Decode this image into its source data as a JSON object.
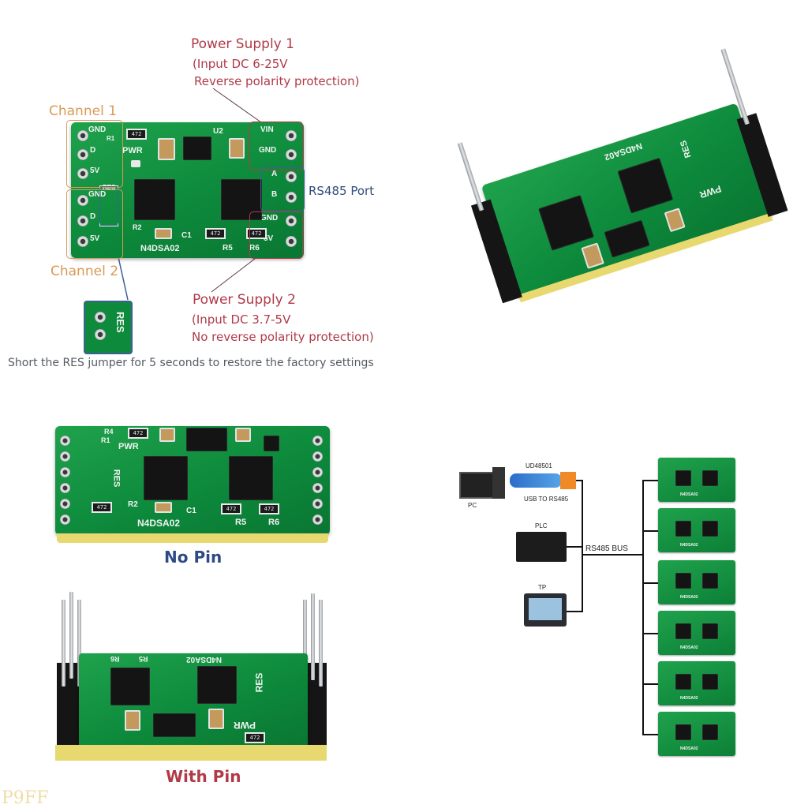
{
  "annotations": {
    "power_supply_1": {
      "title": "Power Supply 1",
      "line1": "(Input DC 6-25V",
      "line2": "Reverse polarity protection)"
    },
    "power_supply_2": {
      "title": "Power Supply 2",
      "line1": "(Input DC 3.7-5V",
      "line2": "No reverse polarity protection)"
    },
    "channel_1": "Channel 1",
    "channel_2": "Channel 2",
    "rs485_port": "RS485 Port",
    "res_jumper": "RES",
    "reset_note": "Short the RES jumper for 5 seconds to restore the factory settings"
  },
  "board_silkscreen": {
    "model": "N4DSA02",
    "pwr": "PWR",
    "res": "RES",
    "u2": "U2",
    "r1": "R1",
    "r2": "R2",
    "r4": "R4",
    "r5": "R5",
    "r6": "R6",
    "c1": "C1",
    "resistor_code": "472",
    "pin_left_top": [
      "GND",
      "D",
      "5V"
    ],
    "pin_left_bottom": [
      "GND",
      "D",
      "5V"
    ],
    "pin_right_top": [
      "VIN",
      "GND"
    ],
    "pin_right_mid": [
      "A",
      "B"
    ],
    "pin_right_bottom": [
      "GND",
      "5V"
    ]
  },
  "captions": {
    "no_pin": "No Pin",
    "with_pin": "With Pin"
  },
  "network": {
    "pc": "PC",
    "usb_model": "UD48501",
    "usb_desc": "USB TO RS485",
    "plc": "PLC",
    "tp": "TP",
    "bus": "RS485 BUS",
    "node_count": 6,
    "node_board_label": "N4DSA02"
  },
  "colors": {
    "annotation_red": "#b03a48",
    "annotation_gold": "#d99a55",
    "annotation_blue": "#3e5f96",
    "pcb_green": "#0d8a3c"
  },
  "watermark": "P9FF"
}
